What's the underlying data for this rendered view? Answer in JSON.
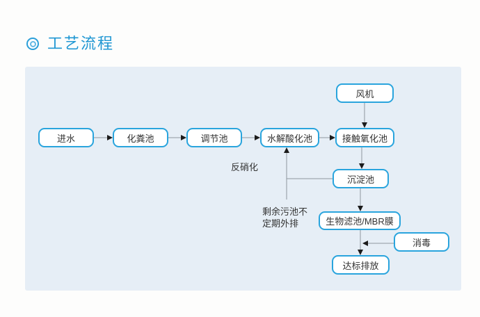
{
  "page": {
    "title": "工艺流程",
    "accent_color": "#2097d3",
    "panel_bg": "#e6eef6",
    "node_border_color": "#29a4dd",
    "connector_line_color": "#8f979e",
    "arrowhead_color": "#1b1b1b"
  },
  "diagram": {
    "nodes": [
      {
        "id": "inlet-water",
        "label": "进水"
      },
      {
        "id": "septic-tank",
        "label": "化粪池"
      },
      {
        "id": "regulating-tank",
        "label": "调节池"
      },
      {
        "id": "hydrolysis-acidification-tank",
        "label": "水解酸化池"
      },
      {
        "id": "contact-oxidation-tank",
        "label": "接触氧化池"
      },
      {
        "id": "blower",
        "label": "风机"
      },
      {
        "id": "sedimentation-tank",
        "label": "沉淀池"
      },
      {
        "id": "biofilter-mbr-membrane",
        "label": "生物滤池/MBR膜"
      },
      {
        "id": "disinfection",
        "label": "消毒"
      },
      {
        "id": "standard-discharge",
        "label": "达标排放"
      }
    ],
    "annotations": [
      {
        "id": "denitrification",
        "label": "反硝化"
      },
      {
        "id": "excess-sludge",
        "label": "剩余污池不\n定期外排"
      }
    ],
    "flows": [
      "进水 → 化粪池",
      "化粪池 → 调节池",
      "调节池 → 水解酸化池",
      "水解酸化池 → 接触氧化池",
      "风机 → 接触氧化池",
      "接触氧化池 → 沉淀池",
      "沉淀池 → 生物滤池/MBR膜",
      "生物滤池/MBR膜 → 达标排放",
      "消毒 → (生物滤池/MBR膜 → 达标排放 管线)",
      "沉淀池 → 水解酸化池 (反硝化回流)",
      "水解酸化池支线 ↓ (剩余污池不定期外排)"
    ]
  }
}
